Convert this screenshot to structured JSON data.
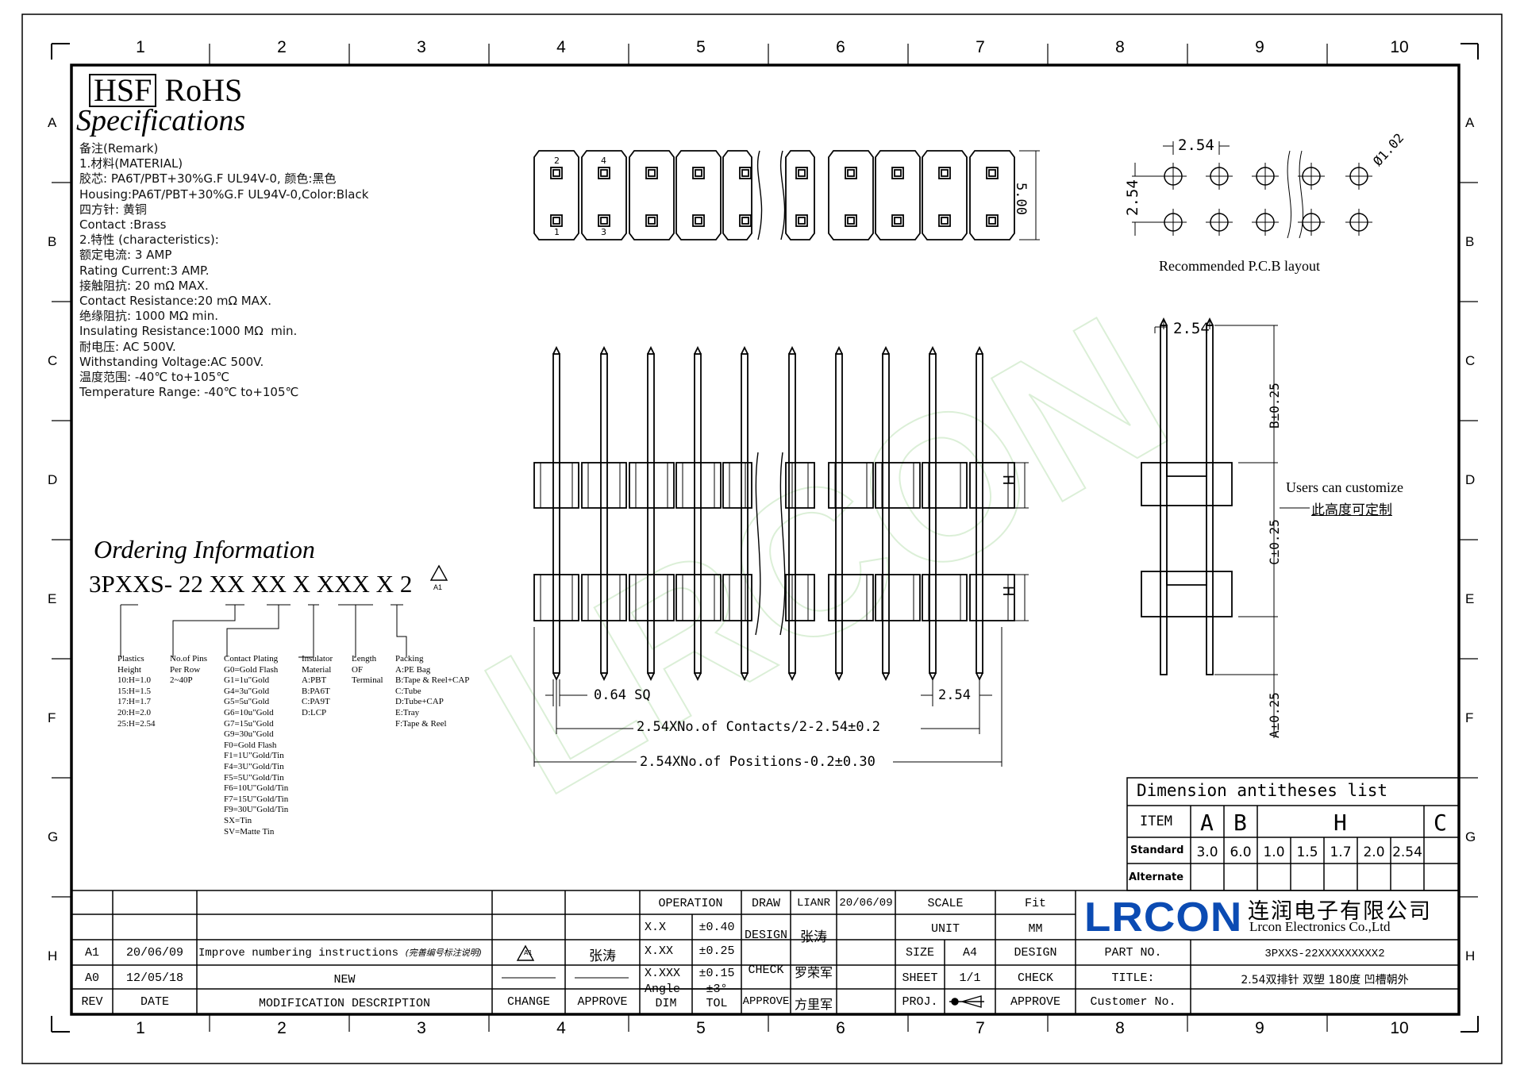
{
  "zone_columns": [
    "1",
    "2",
    "3",
    "4",
    "5",
    "6",
    "7",
    "8",
    "9",
    "10"
  ],
  "zone_rows": [
    "A",
    "B",
    "C",
    "D",
    "E",
    "F",
    "G",
    "H"
  ],
  "header": {
    "hsf": "HSF",
    "rohs": "RoHS",
    "spec_title": "Specifications"
  },
  "specs_lines": [
    "备注(Remark)",
    "1.材料(MATERIAL)",
    "胶芯: PA6T/PBT+30%G.F UL94V-0, 颜色:黑色",
    "Housing:PA6T/PBT+30%G.F UL94V-0,Color:Black",
    "四方针: 黄铜",
    "Contact :Brass",
    "2.特性 (characteristics):",
    "额定电流: 3 AMP",
    "Rating Current:3 AMP.",
    "接触阻抗: 20 mΩ MAX.",
    "Contact Resistance:20 mΩ MAX.",
    "绝缘阻抗: 1000 MΩ min.",
    "Insulating Resistance:1000 MΩ  min.",
    "耐电压: AC 500V.",
    "Withstanding Voltage:AC 500V.",
    "温度范围: -40℃ to+105℃",
    "Temperature Range: -40℃ to+105℃"
  ],
  "ordering": {
    "title": "Ordering Information",
    "code": "3PXXS- 22 XX XX X XXX X 2",
    "revision_mark": "A1",
    "columns": [
      {
        "label": "Plastics\nHeight\n10:H=1.0\n15:H=1.5\n17:H=1.7\n20:H=2.0\n25:H=2.54"
      },
      {
        "label": "No.of Pins\nPer Row\n2~40P"
      },
      {
        "label": "Contact Plating\nG0=Gold Flash\nG1=1u\"Gold\nG4=3u\"Gold\nG5=5u\"Gold\nG6=10u\"Gold\nG7=15u\"Gold\nG9=30u\"Gold\nF0=Gold Flash\nF1=1U\"Gold/Tin\nF4=3U\"Gold/Tin\nF5=5U\"Gold/Tin\nF6=10U\"Gold/Tin\nF7=15U\"Gold/Tin\nF9=30U\"Gold/Tin\nSX=Tin\nSV=Matte Tin"
      },
      {
        "label": "Insulator\nMaterial\nA:PBT\nB:PA6T\nC:PA9T\nD:LCP"
      },
      {
        "label": "Length\nOF\nTerminal"
      },
      {
        "label": "Packing\nA:PE Bag\nB:Tape & Reel+CAP\nC:Tube\nD:Tube+CAP\nE:Tray\nF:Tape & Reel"
      }
    ]
  },
  "top_view": {
    "pin_labels": [
      "2",
      "4",
      "1",
      "3"
    ],
    "height_dim": "5.00"
  },
  "pcb_layout": {
    "pitch_h": "2.54",
    "pitch_v": "2.54",
    "hole": "Ø1.02",
    "caption": "Recommended P.C.B layout"
  },
  "front_view": {
    "h_label": "H",
    "pin_sq": "0.64 SQ",
    "pitch": "2.54",
    "dim_contacts": "2.54XNo.of Contacts/2-2.54±0.2",
    "dim_positions": "2.54XNo.of Positions-0.2±0.30"
  },
  "side_view": {
    "pitch": "2.54",
    "dim_b": "B±0.25",
    "dim_c": "C±0.25",
    "dim_a": "A±0.25",
    "note_en": "Users can customize",
    "note_cn": "此高度可定制"
  },
  "dim_table": {
    "title": "Dimension antitheses list",
    "header": [
      "ITEM",
      "A",
      "B",
      "H",
      "C"
    ],
    "standard_label": "Standard",
    "standard_values": [
      "3.0",
      "6.0",
      "1.0",
      "1.5",
      "1.7",
      "2.0",
      "2.54"
    ],
    "alternate_label": "Alternate"
  },
  "revisions": {
    "rows": [
      {
        "rev": "A1",
        "date": "20/06/09",
        "desc": "Improve numbering instructions",
        "desc_cn": "(完善编号标注说明)",
        "change": "A1",
        "approve": "张涛"
      },
      {
        "rev": "A0",
        "date": "12/05/18",
        "desc": "NEW",
        "change": "",
        "approve": ""
      }
    ],
    "header": {
      "rev": "REV",
      "date": "DATE",
      "desc": "MODIFICATION DESCRIPTION",
      "change": "CHANGE",
      "approve": "APPROVE"
    }
  },
  "tolerances": {
    "title": "OPERATION",
    "rows": [
      [
        "X.X",
        "±0.40"
      ],
      [
        "X.XX",
        "±0.25"
      ],
      [
        "X.XXX",
        "±0.15"
      ],
      [
        "Angle",
        "±3°"
      ]
    ],
    "footer": [
      "DIM",
      "TOL"
    ]
  },
  "signoff": {
    "draw_label": "DRAW",
    "draw_name": "LIANR",
    "draw_date": "20/06/09",
    "design_label": "DESIGN",
    "design_name": "张涛",
    "check_label": "CHECK",
    "check_name": "罗荣军",
    "approve_label": "APPROVE",
    "approve_name": "方里军"
  },
  "sheet_info": {
    "scale_label": "SCALE",
    "scale_value": "Fit",
    "unit_label": "UNIT",
    "unit_value": "MM",
    "size_label": "SIZE",
    "size_value": "A4",
    "sheet_label": "SHEET",
    "sheet_value": "1/1",
    "proj_label": "PROJ.",
    "design_label": "DESIGN",
    "check_label": "CHECK",
    "approve_label": "APPROVE"
  },
  "company": {
    "logo": "LRCON",
    "name_cn": "连润电子有限公司",
    "name_en": "Lrcon Electronics Co.,Ltd",
    "brand_color": "#0b4bb3"
  },
  "part": {
    "part_no_label": "PART NO.",
    "part_no": "3PXXS-22XXXXXXXXX2",
    "title_label": "TITLE:",
    "title": "2.54双排针 双塑 180度 凹槽朝外",
    "customer_label": "Customer No.",
    "customer_no": ""
  }
}
